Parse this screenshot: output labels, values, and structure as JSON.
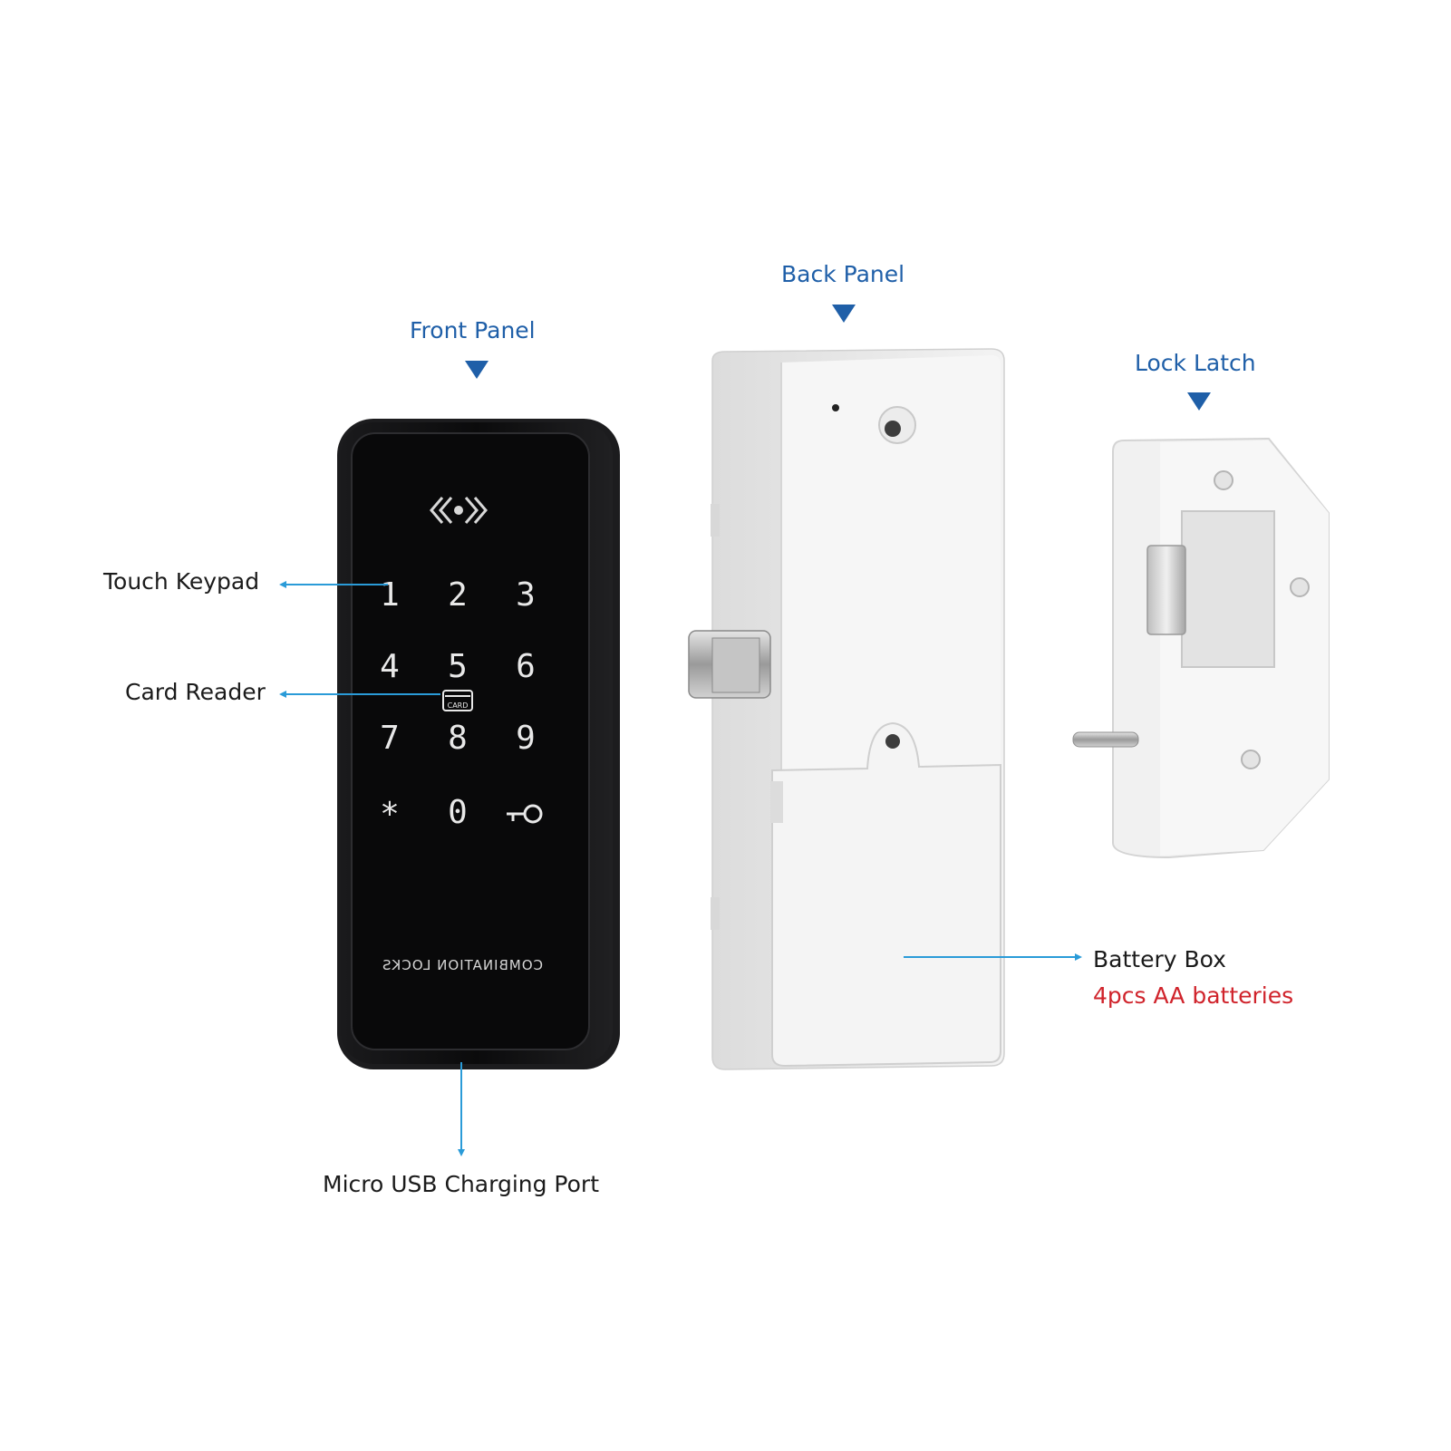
{
  "headings": {
    "front_panel": "Front Panel",
    "back_panel": "Back Panel",
    "lock_latch": "Lock Latch"
  },
  "callouts": {
    "touch_keypad": "Touch Keypad",
    "card_reader": "Card Reader",
    "micro_usb": "Micro USB Charging Port",
    "battery_box": "Battery Box",
    "battery_note": "4pcs AA batteries"
  },
  "keypad": {
    "keys": [
      "1",
      "2",
      "3",
      "4",
      "5",
      "6",
      "7",
      "8",
      "9",
      "*",
      "0",
      "key-icon"
    ],
    "card_label": "CARD",
    "panel_text": "COMBINATION LOCKS"
  },
  "colors": {
    "heading": "#1f5fa8",
    "arrow": "#2a9bd8",
    "note": "#d0232b",
    "panel": "#0e0e10",
    "housing": "#f1f1f1"
  }
}
